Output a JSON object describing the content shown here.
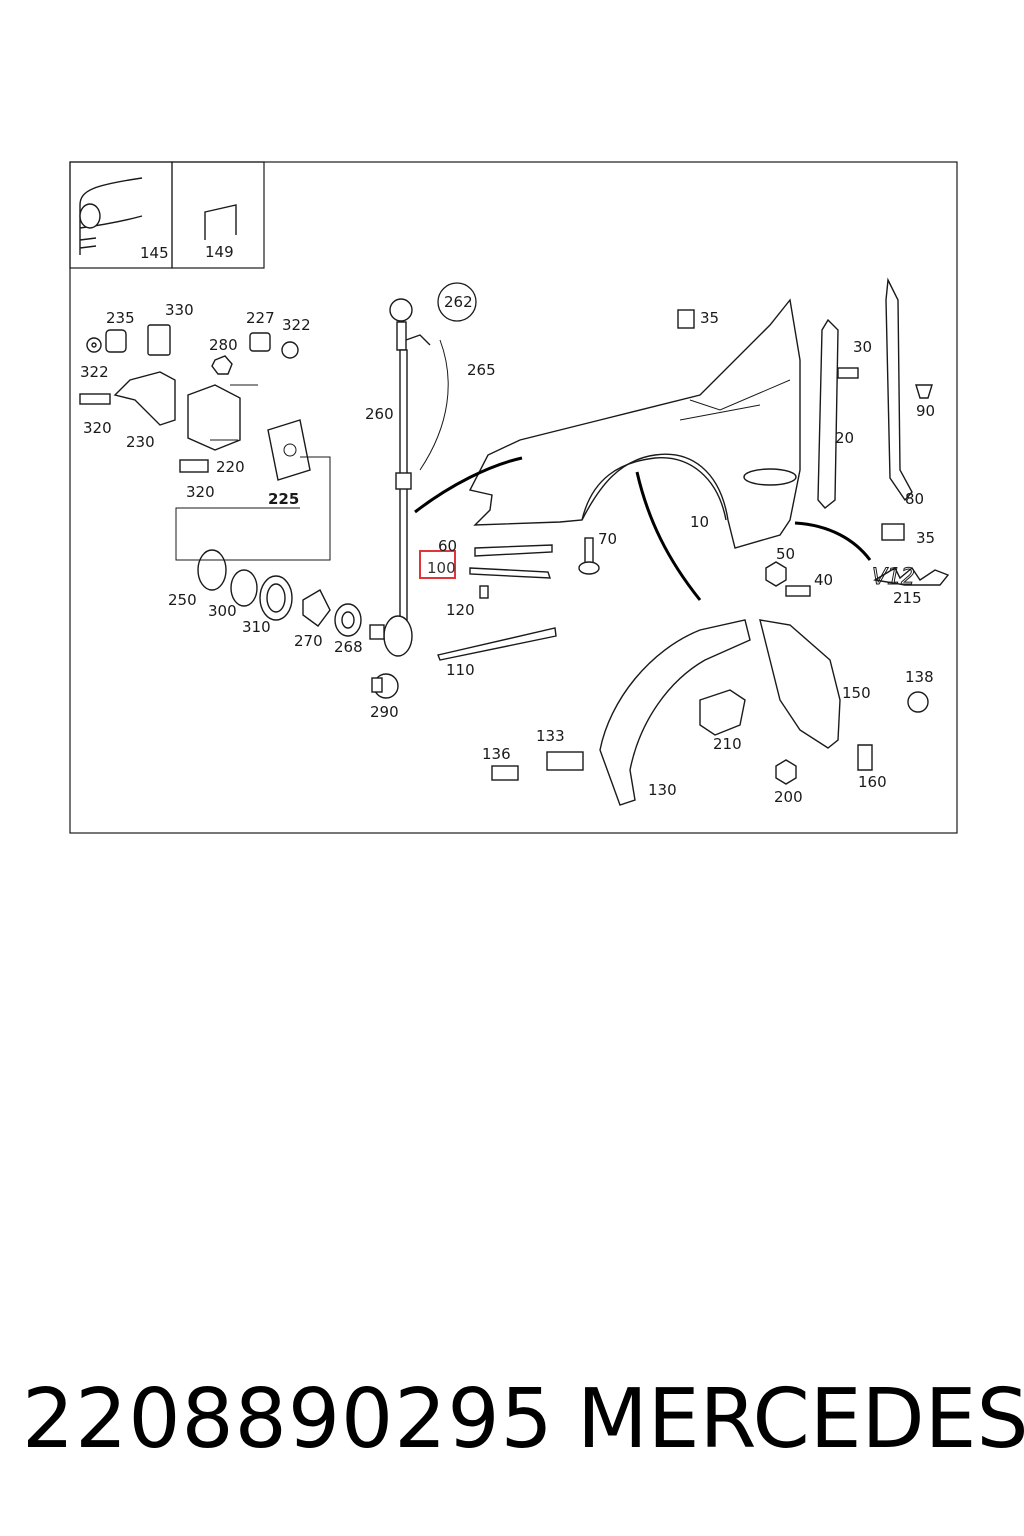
{
  "diagram": {
    "inset_labels": [
      "145",
      "149"
    ],
    "callouts": [
      "262",
      "265",
      "260",
      "35",
      "30",
      "90",
      "20",
      "80",
      "35",
      "235",
      "330",
      "227",
      "322",
      "322",
      "280",
      "320",
      "230",
      "220",
      "320",
      "225",
      "60",
      "100",
      "70",
      "10",
      "50",
      "40",
      "215",
      "250",
      "300",
      "310",
      "270",
      "268",
      "120",
      "110",
      "290",
      "138",
      "150",
      "210",
      "133",
      "136",
      "130",
      "200",
      "160"
    ],
    "highlighted_callout": "100",
    "emblem_text": "V12",
    "highlight_color": "#e0353b"
  },
  "footer": {
    "part_number": "2208890295",
    "brand": "MERCEDES"
  }
}
